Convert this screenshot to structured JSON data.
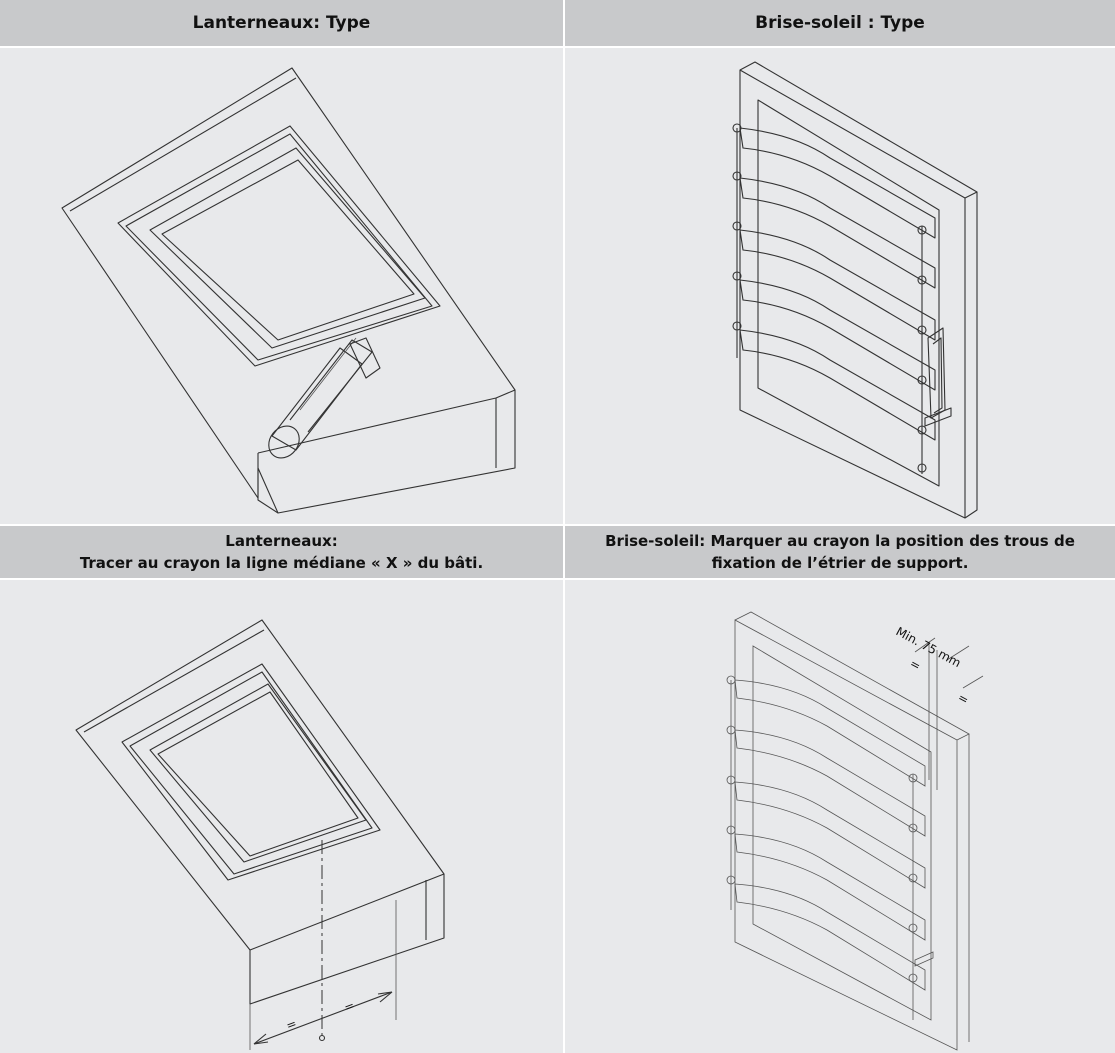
{
  "panels": {
    "top_left": {
      "title": "Lanterneaux: Type"
    },
    "top_right": {
      "title": "Brise-soleil : Type"
    },
    "bottom_left": {
      "title_line1": "Lanterneaux:",
      "title_line2": "Tracer au crayon la ligne médiane « X » du bâti."
    },
    "bottom_right": {
      "title_line1": "Brise-soleil:  Marquer au crayon la position des trous de",
      "title_line2": "fixation de l’étrier de support."
    }
  },
  "annotations": {
    "min_distance": "Min. 75 mm",
    "equal_mark": "="
  },
  "colors": {
    "header_bg": "#c8c9cb",
    "panel_bg": "#e8e9eb",
    "divider": "#ffffff"
  }
}
